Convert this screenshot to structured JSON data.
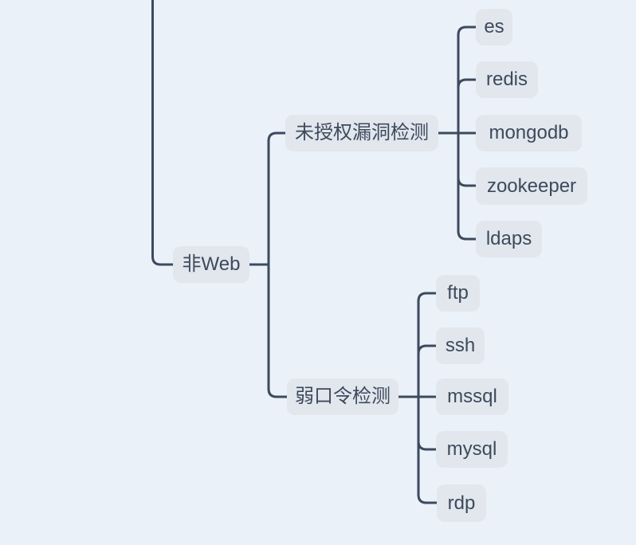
{
  "diagram": {
    "type": "mindmap",
    "colors": {
      "background": "#EBF1F9",
      "node_fill": "#E2E7EE",
      "node_text": "#3D4A5C",
      "edge": "#3C4A5E"
    },
    "root": {
      "label": "非Web"
    },
    "branches": [
      {
        "label": "未授权漏洞检测",
        "children": [
          {
            "label": "es"
          },
          {
            "label": "redis"
          },
          {
            "label": "mongodb"
          },
          {
            "label": "zookeeper"
          },
          {
            "label": "ldaps"
          }
        ]
      },
      {
        "label": "弱口令检测",
        "children": [
          {
            "label": "ftp"
          },
          {
            "label": "ssh"
          },
          {
            "label": "mssql"
          },
          {
            "label": "mysql"
          },
          {
            "label": "rdp"
          }
        ]
      }
    ]
  }
}
